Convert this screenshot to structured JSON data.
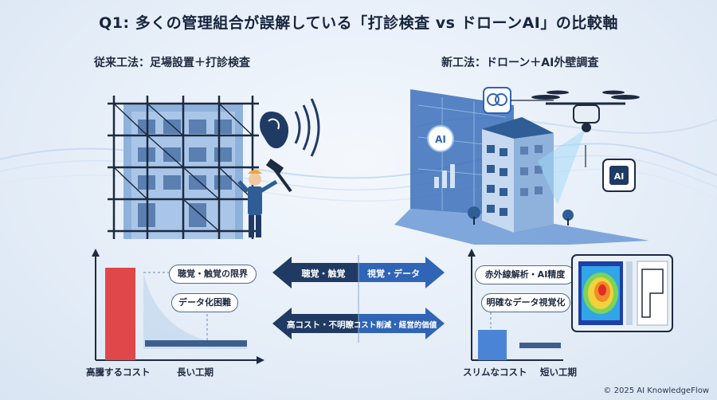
{
  "title": "Q1: 多くの管理組合が誤解している「打診検査 vs ドローンAI」の比較軸",
  "left": {
    "heading": "従来工法：足場設置＋打診検査",
    "pills": [
      "聴覚・触覚の限界",
      "データ化困難"
    ],
    "x_labels": [
      "高騰するコスト",
      "長い工期"
    ]
  },
  "right": {
    "heading": "新工法：ドローン＋AI外壁調査",
    "pills": [
      "赤外線解析・AI精度",
      "明確なデータ視覚化"
    ],
    "x_labels": [
      "スリムなコスト",
      "短い工期"
    ],
    "ai_badge": "AI",
    "panel_tag": "AI"
  },
  "center": {
    "arrow1_left": "聴覚・触覚",
    "arrow1_right": "視覚・データ",
    "arrow2_left": "高コスト・不明瞭",
    "arrow2_right": "コスト削減・経営的価値"
  },
  "colors": {
    "cost_bar_old": "#e0474a",
    "cost_bar_new": "#4a84d6",
    "arrow_dark": "#1f3a63",
    "arrow_blue": "#2f64b6"
  },
  "copyright": "© 2025 AI KnowledgeFlow"
}
